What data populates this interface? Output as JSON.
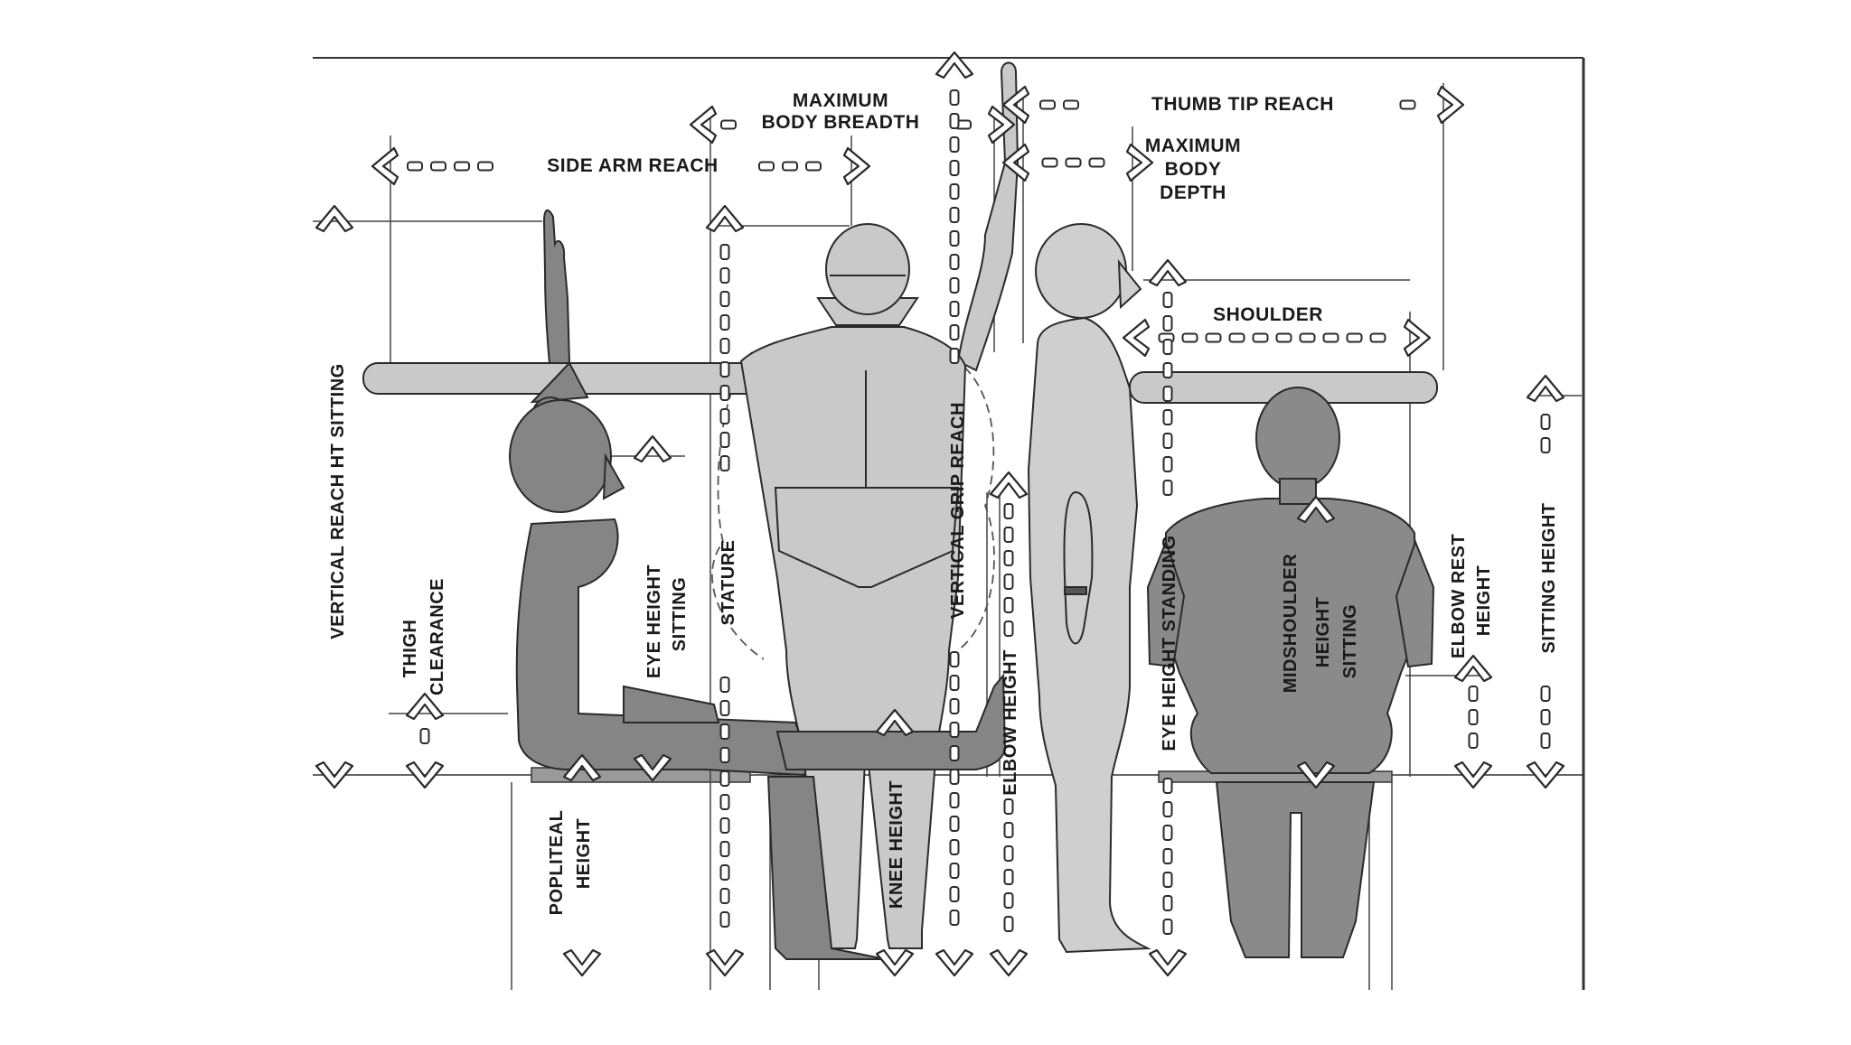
{
  "diagram": {
    "labels": {
      "side_arm_reach": "SIDE ARM REACH",
      "max_body_breadth_1": "MAXIMUM",
      "max_body_breadth_2": "BODY BREADTH",
      "thumb_tip_reach": "THUMB TIP REACH",
      "max_body_depth_1": "MAXIMUM",
      "max_body_depth_2": "BODY",
      "max_body_depth_3": "DEPTH",
      "shoulder": "SHOULDER",
      "vertical_reach_ht_sitting": "VERTICAL REACH HT SITTING",
      "thigh_clearance_1": "THIGH",
      "thigh_clearance_2": "CLEARANCE",
      "eye_height_sitting_1": "EYE HEIGHT",
      "eye_height_sitting_2": "SITTING",
      "stature": "STATURE",
      "vertical_grip_reach": "VERTICAL GRIP REACH",
      "elbow_height": "ELBOW HEIGHT",
      "eye_height_standing": "EYE HEIGHT STANDING",
      "midshoulder_1": "MIDSHOULDER",
      "midshoulder_2": "HEIGHT",
      "midshoulder_3": "SITTING",
      "elbow_rest_1": "ELBOW REST",
      "elbow_rest_2": "HEIGHT",
      "sitting_height": "SITTING HEIGHT",
      "popliteal_1": "POPLITEAL",
      "popliteal_2": "HEIGHT",
      "knee_height": "KNEE HEIGHT"
    },
    "colors": {
      "dark_figure": "#7d7d7d",
      "light_figure": "#c9c9c9",
      "outline": "#2a2a2a",
      "arrow_fill": "#ffffff"
    }
  }
}
